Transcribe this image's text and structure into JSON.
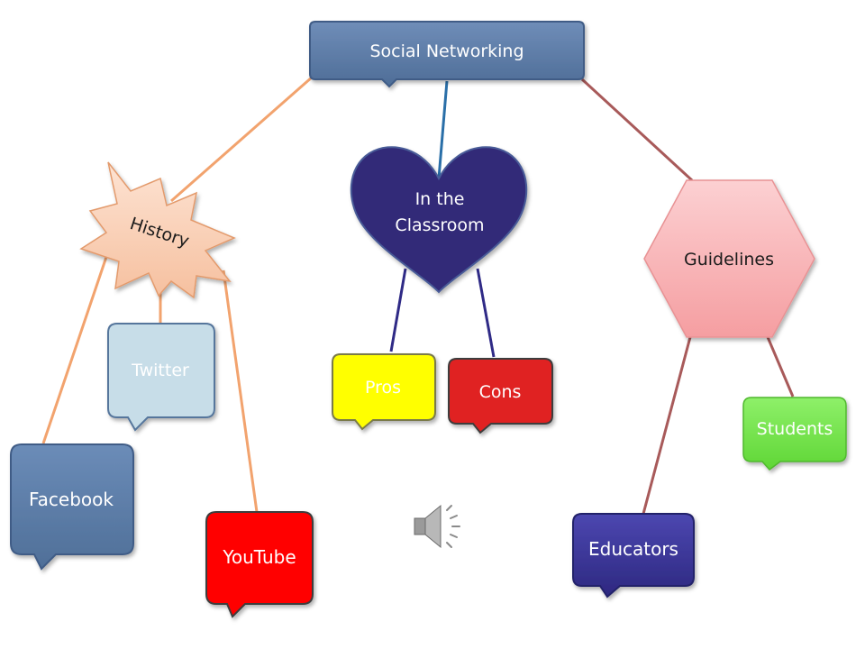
{
  "nodes": {
    "root": {
      "label": "Social Networking",
      "fill": "#5b7aa6",
      "text_color": "#ffffff"
    },
    "history": {
      "label": "History",
      "fill": "#f9d3bd",
      "text_color": "#1a1a1a"
    },
    "twitter": {
      "label": "Twitter",
      "fill": "#c7dde8",
      "text_color": "#ffffff"
    },
    "facebook": {
      "label": "Facebook",
      "fill": "#587aa3",
      "text_color": "#ffffff"
    },
    "youtube": {
      "label": "YouTube",
      "fill": "#ff0000",
      "text_color": "#ffffff"
    },
    "classroom": {
      "label_line1": "In the",
      "label_line2": "Classroom",
      "fill": "#302a78",
      "text_color": "#ffffff"
    },
    "pros": {
      "label": "Pros",
      "fill": "#ffff00",
      "text_color": "#ffffff"
    },
    "cons": {
      "label": "Cons",
      "fill": "#e02020",
      "text_color": "#ffffff"
    },
    "guidelines": {
      "label": "Guidelines",
      "fill": "#f9b4b6",
      "text_color": "#1a1a1a"
    },
    "students": {
      "label": "Students",
      "fill": "#74e84a",
      "text_color": "#ffffff"
    },
    "educators": {
      "label": "Educators",
      "fill": "#3a3596",
      "text_color": "#ffffff"
    }
  },
  "connector_colors": {
    "history": "#f2a36e",
    "classroom": "#2a6fa8",
    "classroom_children": "#2f2a86",
    "guidelines": "#a85a5a"
  },
  "icons": {
    "audio": "speaker-icon"
  }
}
